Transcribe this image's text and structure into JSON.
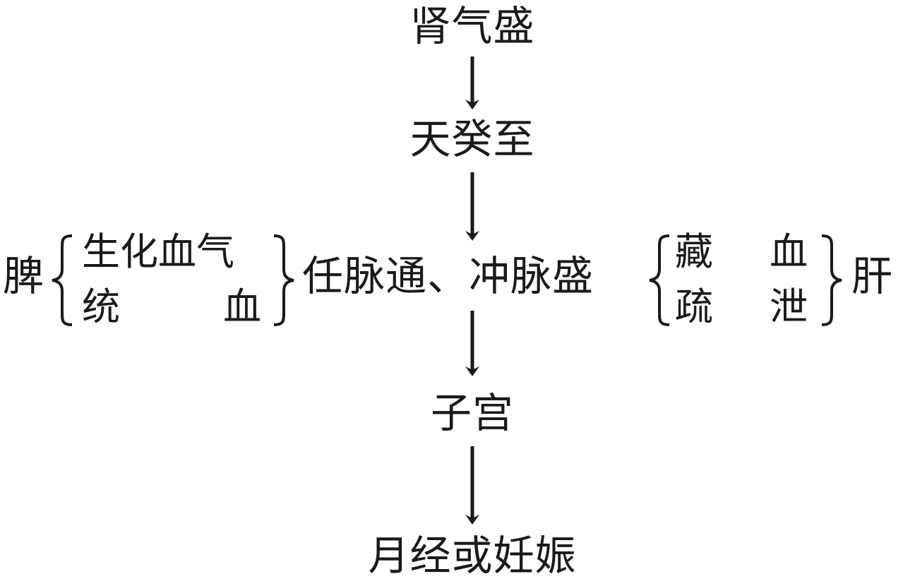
{
  "top": "肾气盛",
  "second": "天癸至",
  "middle": "任脉通、冲脉盛",
  "fourth": "子宫",
  "bottom": "月经或妊娠",
  "left": {
    "organ": "脾",
    "line1": "生化血气",
    "line2_a": "统",
    "line2_b": "血"
  },
  "right": {
    "organ": "肝",
    "line1_a": "藏",
    "line1_b": "血",
    "line2_a": "疏",
    "line2_b": "泄"
  }
}
